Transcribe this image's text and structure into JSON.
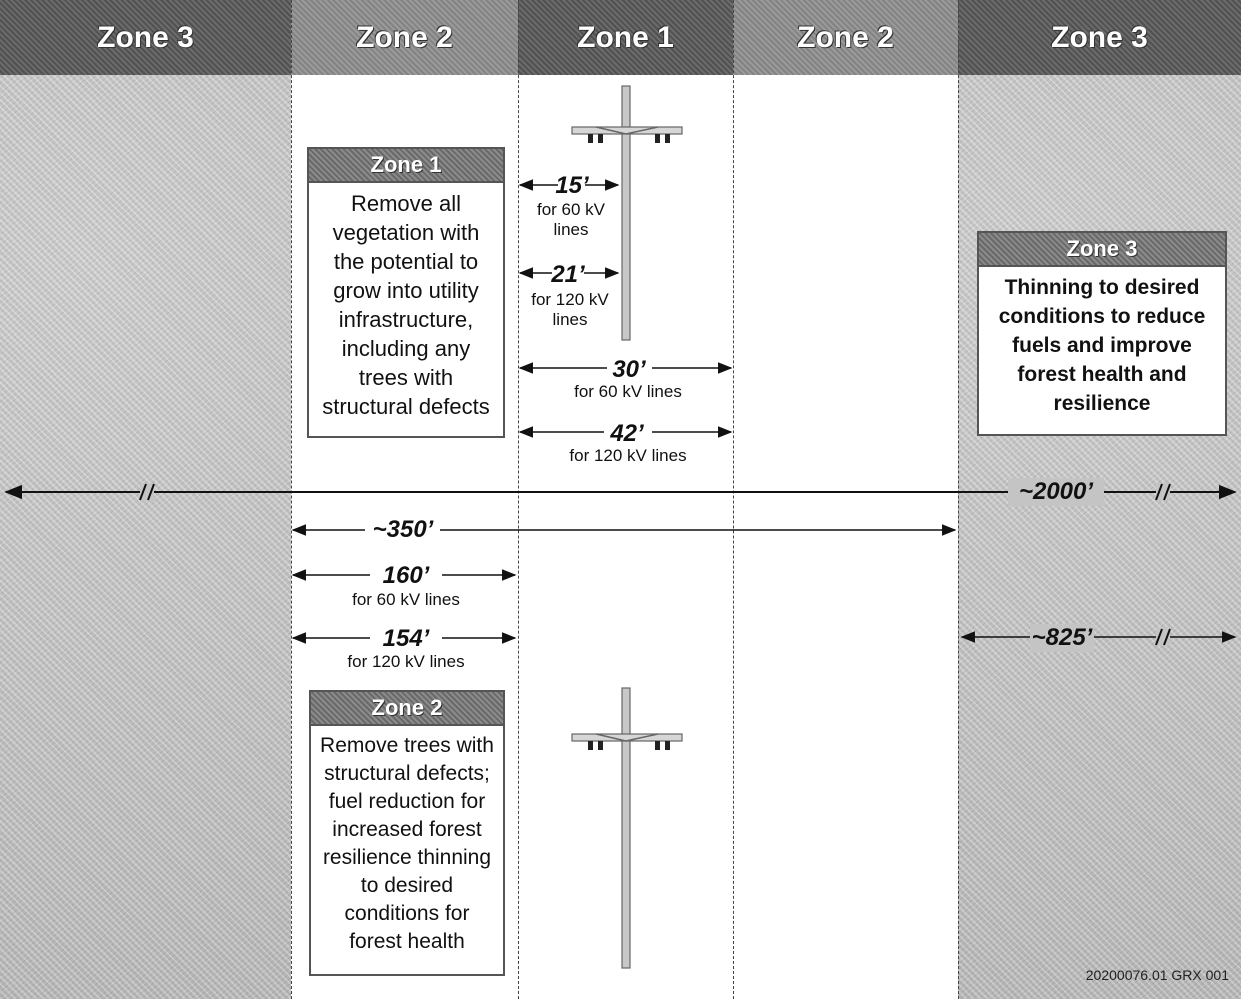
{
  "zones_header": [
    "Zone 3",
    "Zone 2",
    "Zone 1",
    "Zone 2",
    "Zone 3"
  ],
  "zone1_box": {
    "title": "Zone 1",
    "lines": [
      "Remove all",
      "vegetation with",
      "the potential to",
      "grow into utility",
      "infrastructure,",
      "including any",
      "trees with",
      "structural defects"
    ]
  },
  "zone2_box": {
    "title": "Zone 2",
    "lines": [
      "Remove trees with",
      "structural defects;",
      "fuel reduction for",
      "increased forest",
      "resilience thinning",
      "to desired",
      "conditions for",
      "forest health"
    ]
  },
  "zone3_box": {
    "title": "Zone 3",
    "lines": [
      "Thinning to desired",
      "conditions to reduce",
      "fuels and improve",
      "forest health and",
      "resilience"
    ]
  },
  "dimensions": {
    "d15": {
      "value": "15’",
      "sub": [
        "for 60 kV",
        "lines"
      ]
    },
    "d21": {
      "value": "21’",
      "sub": [
        "for 120 kV",
        "lines"
      ]
    },
    "d30": {
      "value": "30’",
      "sub": [
        "for 60 kV lines"
      ]
    },
    "d42": {
      "value": "42’",
      "sub": [
        "for 120 kV lines"
      ]
    },
    "d350": {
      "value": "~350’"
    },
    "d160": {
      "value": "160’",
      "sub": [
        "for 60 kV lines"
      ]
    },
    "d154": {
      "value": "154’",
      "sub": [
        "for 120 kV lines"
      ]
    },
    "d2000": {
      "value": "~2000’"
    },
    "d825": {
      "value": "~825’"
    }
  },
  "figure_id": "20200076.01 GRX 001",
  "colors": {
    "header_dark": "#5a5a5a",
    "header_light": "#8e8e8e",
    "forest": "#c4c4c4",
    "box_title": "#777777"
  }
}
